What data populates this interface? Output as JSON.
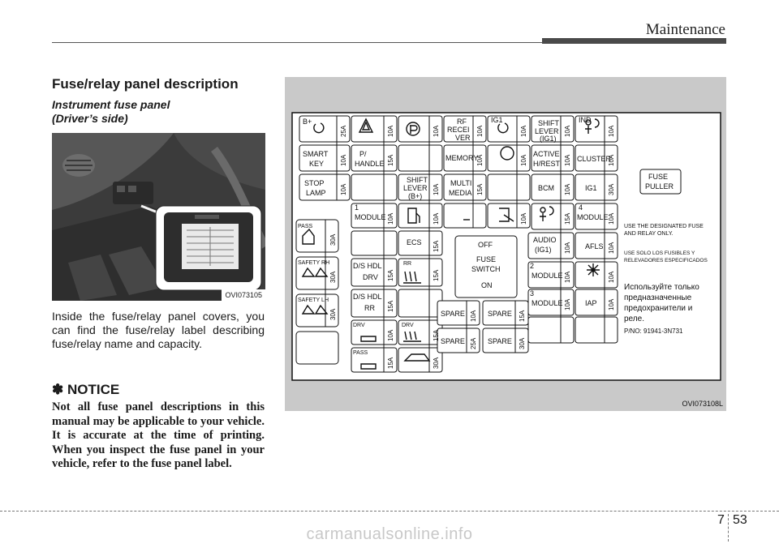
{
  "header": {
    "section": "Maintenance"
  },
  "content": {
    "title": "Fuse/relay panel description",
    "subtitle_line1": "Instrument fuse panel",
    "subtitle_line2": "(Driver’s side)",
    "photo_code": "OVI073105",
    "paragraph": "Inside the fuse/relay panel covers, you can find the fuse/relay label describing fuse/relay name and capacity.",
    "notice_title": "✽ NOTICE",
    "notice_text": "Not all fuse panel descriptions in this manual may be applicable to your vehicle. It is accurate at the time of printing. When you inspect the fuse panel in your vehicle, refer to the fuse panel label."
  },
  "diagram": {
    "code": "OVI073108L",
    "texts": {
      "b_plus": "B+",
      "a25": "25A",
      "smart": "SMART",
      "key": "KEY",
      "stop": "STOP",
      "lamp": "LAMP",
      "a10": "10A",
      "a15": "15A",
      "a30": "30A",
      "p_slash": "P/",
      "handle": "HANDLE",
      "shift": "SHIFT",
      "lever": "LEVER",
      "bplus_paren": "(B+)",
      "ig1_paren": "(IG1)",
      "rf": "RF",
      "recei": "RECEI",
      "ver": "VER",
      "memory": "MEMORY",
      "multi": "MULTI",
      "media": "MEDIA",
      "ig1": "IG1",
      "ind": "IND",
      "active": "ACTIVE",
      "h_rest": "H/REST",
      "cluster": "CLUSTER",
      "bcm": "BCM",
      "fuse": "FUSE",
      "puller": "PULLER",
      "n1": "1",
      "n2": "2",
      "n3": "3",
      "n4": "4",
      "module": "MODULE",
      "ecs": "ECS",
      "audio": "AUDIO",
      "afls": "AFLS",
      "iap": "IAP",
      "pass": "PASS",
      "safety_rh": "SAFETY RH",
      "safety_lh": "SAFETY LH",
      "ds_hdl": "D/S HDL",
      "drv": "DRV",
      "rr": "RR",
      "drv_small": "DRV",
      "off": "OFF",
      "fuse_word": "FUSE",
      "switch_word": "SWITCH",
      "on": "ON",
      "spare": "SPARE",
      "en1": "USE THE DESIGNATED FUSE",
      "en2": "AND RELAY ONLY.",
      "es1": "USE SOLO LOS FUSIBLES Y",
      "es2": "RELEVADORES ESPECIFICADOS",
      "ru1": "Используйте только",
      "ru2": "предназначенные",
      "ru3": "предохранители и",
      "ru4": "реле.",
      "pno": "P/NO: 91941-3N731"
    }
  },
  "footer": {
    "chapter": "7",
    "page": "53",
    "watermark": "carmanualsonline.info"
  }
}
